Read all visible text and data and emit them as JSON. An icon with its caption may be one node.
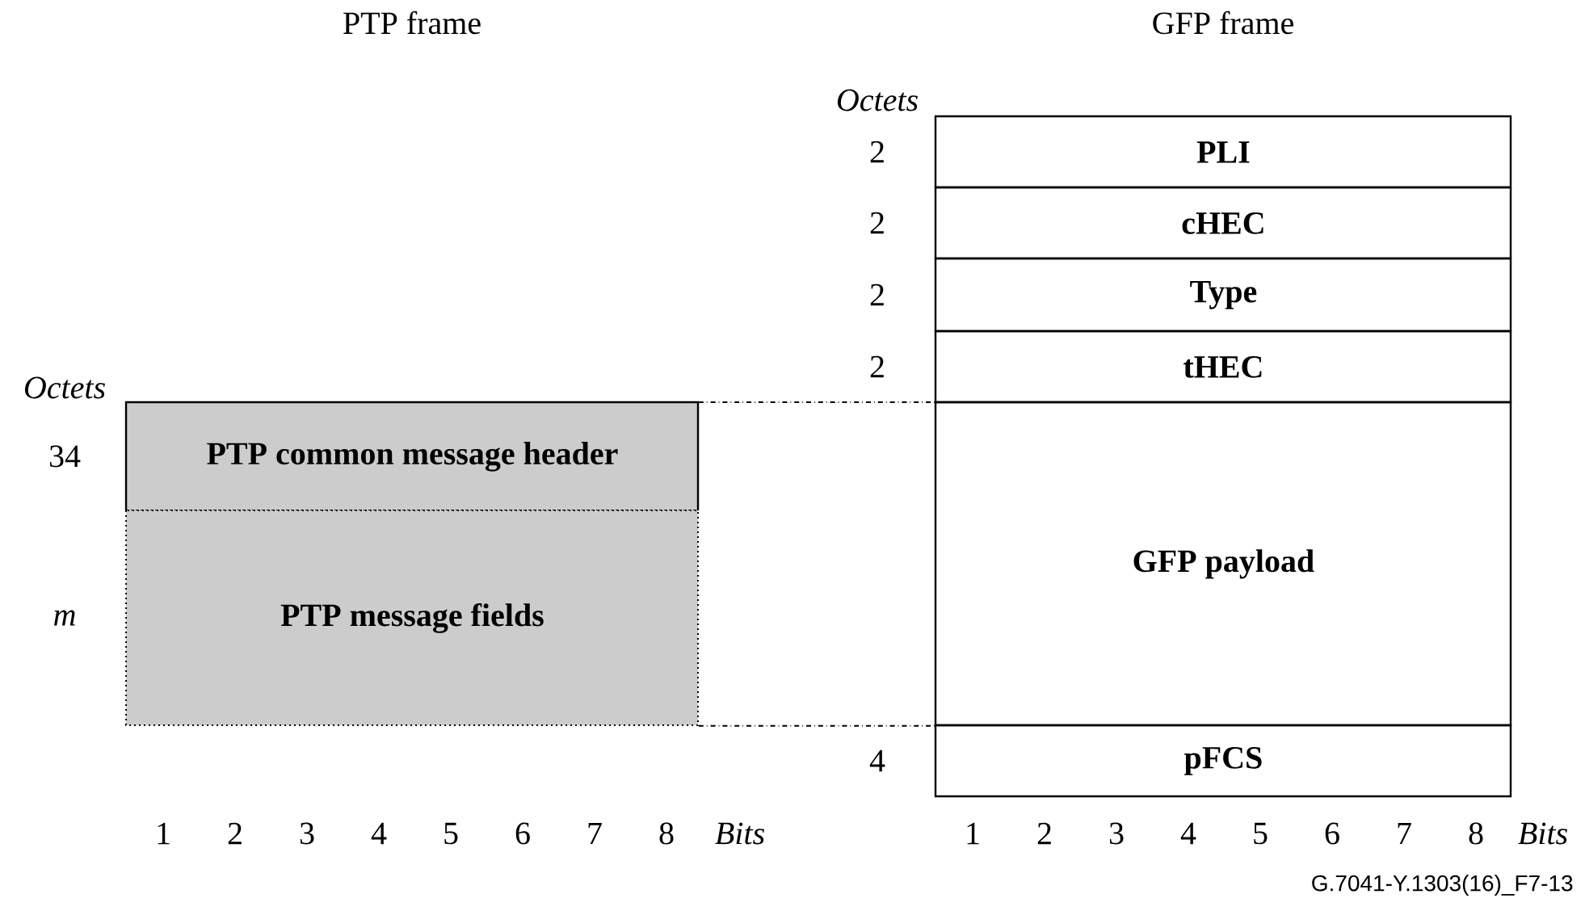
{
  "diagram": {
    "nodes": [
      {
        "text": [
          "PTP common message header"
        ],
        "beside": [
          "34"
        ]
      },
      {
        "text": [
          "PTP message fields"
        ],
        "beside": [
          "m"
        ]
      },
      {
        "text": [
          "PLI"
        ],
        "beside": [
          "2"
        ]
      },
      {
        "text": [
          "cHEC"
        ],
        "beside": [
          "2"
        ]
      },
      {
        "text": [
          "Type"
        ],
        "beside": [
          "2"
        ]
      },
      {
        "text": [
          "tHEC"
        ],
        "beside": [
          "2"
        ]
      },
      {
        "text": [
          "GFP payload"
        ]
      },
      {
        "text": [
          "pFCS"
        ],
        "beside": [
          "4"
        ]
      }
    ],
    "edges": [
      {
        "from": 0,
        "to": 6,
        "arrow": "none",
        "style": "dashed"
      },
      {
        "from": 1,
        "to": 6,
        "arrow": "none",
        "style": "dashed"
      }
    ],
    "labels": [
      "PTP frame",
      "GFP frame",
      "Octets",
      "Octets",
      "1",
      "2",
      "3",
      "4",
      "5",
      "6",
      "7",
      "8",
      "Bits",
      "1",
      "2",
      "3",
      "4",
      "5",
      "6",
      "7",
      "8",
      "Bits",
      "G.7041-Y.1303(16)_F7-13"
    ]
  }
}
